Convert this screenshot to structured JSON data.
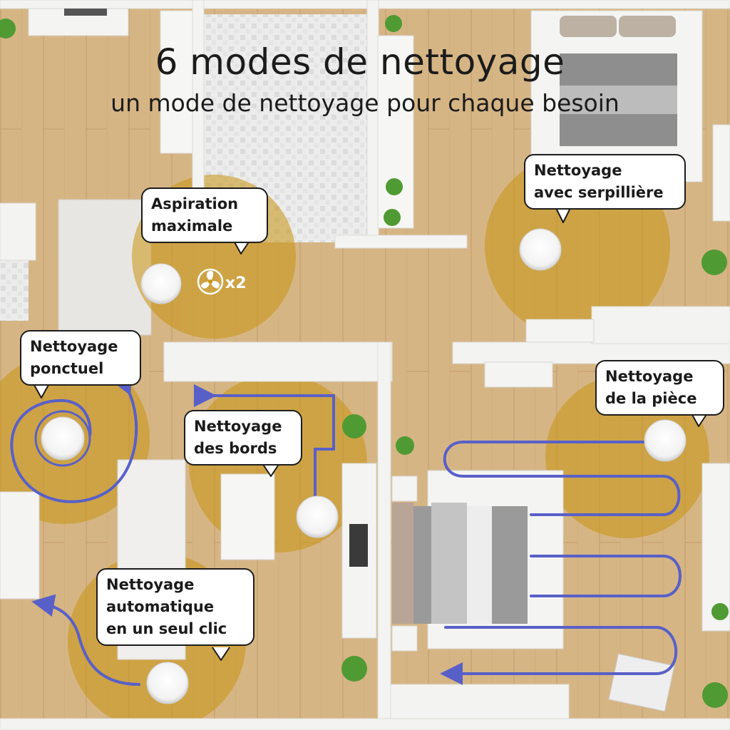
{
  "header": {
    "title": "6 modes de nettoyage",
    "subtitle": "un mode de nettoyage pour chaque besoin"
  },
  "modes": [
    {
      "id": "aspiration",
      "lines": [
        "Aspiration",
        "maximale"
      ]
    },
    {
      "id": "serpilliere",
      "lines": [
        "Nettoyage",
        "avec serpillière"
      ]
    },
    {
      "id": "ponctuel",
      "lines": [
        "Nettoyage",
        "ponctuel"
      ]
    },
    {
      "id": "bords",
      "lines": [
        "Nettoyage",
        "des bords"
      ]
    },
    {
      "id": "piece",
      "lines": [
        "Nettoyage",
        "de la pièce"
      ]
    },
    {
      "id": "auto",
      "lines": [
        "Nettoyage",
        "automatique",
        "en un seul clic"
      ]
    }
  ],
  "badge": {
    "label": "x2",
    "icon": "fan-icon"
  },
  "colors": {
    "floor": "#d8b88a",
    "floor_dark": "#c9a574",
    "wall": "#f3f3f1",
    "zone": "#c99410",
    "path": "#5860c8",
    "path_light": "#7f8be6",
    "robot": "#ffffff",
    "text": "#1b1b1b"
  }
}
